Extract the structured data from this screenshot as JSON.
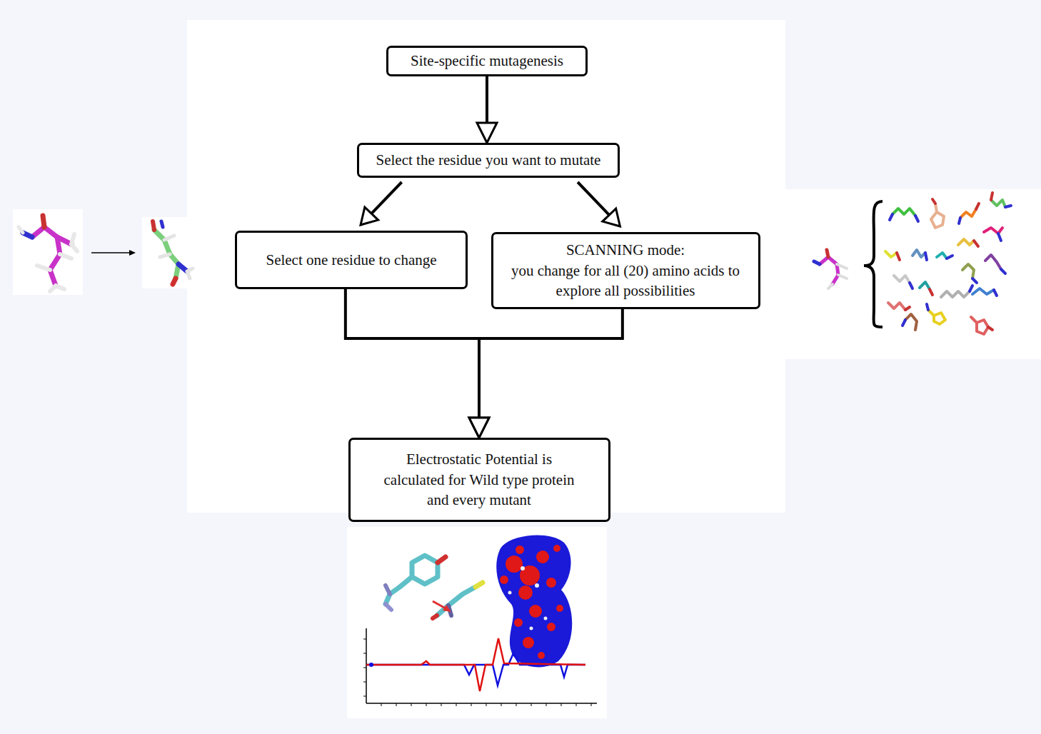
{
  "diagram": {
    "nodes": [
      {
        "text": [
          "Site-specific mutagenesis"
        ]
      },
      {
        "text": [
          "Select the residue you want to mutate"
        ]
      },
      {
        "text": [
          "Select one residue to change"
        ]
      },
      {
        "text": [
          "SCANNING mode:",
          "you change for all (20) amino acids to explore all possibilities"
        ]
      },
      {
        "text": [
          "Electrostatic Potential is calculated for Wild type protein and every mutant"
        ]
      }
    ],
    "edges": [
      {
        "from": 0,
        "to": 1,
        "arrow": "to"
      },
      {
        "from": 1,
        "to": 2,
        "arrow": "to"
      },
      {
        "from": 1,
        "to": 3,
        "arrow": "to"
      },
      {
        "from": 2,
        "to": 4,
        "arrow": "to"
      },
      {
        "from": 3,
        "to": 4,
        "arrow": "to"
      }
    ]
  }
}
